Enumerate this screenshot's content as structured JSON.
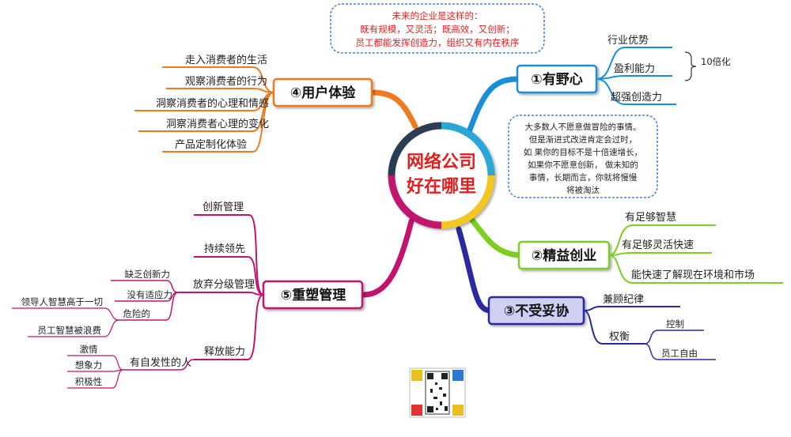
{
  "center": {
    "line1": "网络公司",
    "line2": "好在哪里"
  },
  "callout_top": {
    "line1": "未来的企业是这样的：",
    "line2": "既有规模，又灵活；既高效，又创新；",
    "line3": "员工都能发挥创造力，组织又有内在秩序"
  },
  "callout_right": {
    "lines": [
      "大多数人不愿意做冒险的事情。",
      "但是渐进式改进肯定会过时，",
      "如 果你的目标不是十倍速增长，",
      "如果你不愿意创新， 做未知的",
      "事情，长期而言，你就将慢慢",
      "将被淘汰"
    ]
  },
  "branches": {
    "b1": {
      "label": "①有野心",
      "color": "#1a8fd6",
      "items": [
        "行业优势",
        "盈利能力",
        "超强创造力"
      ],
      "brace_note": "10倍化"
    },
    "b2": {
      "label": "②精益创业",
      "color": "#7ccf22",
      "items": [
        "有足够智慧",
        "有足够灵活快速",
        "能快速了解现在环境和市场"
      ]
    },
    "b3": {
      "label": "③不受妥协",
      "color": "#2a2a9e",
      "items": [
        "兼顾纪律",
        "权衡"
      ],
      "sub": [
        "控制",
        "员工自由"
      ]
    },
    "b4": {
      "label": "④用户体验",
      "color": "#f07a1e",
      "items": [
        "走入消费者的生活",
        "观察消费者的行为",
        "洞察消费者的心理和情感",
        "洞察消费者心理的变化",
        "产品定制化体验"
      ]
    },
    "b5": {
      "label": "⑤重塑管理",
      "color": "#c0146e",
      "items": [
        "创新管理",
        "持续领先",
        "放弃分级管理",
        "释放能力"
      ],
      "abandon_sub": [
        "缺乏创新力",
        "没有适应力",
        "危险的"
      ],
      "danger_sub": [
        "领导人智慧高于一切",
        "员工智慧被浪费"
      ],
      "release_sub": [
        "有自发性的人"
      ],
      "spontaneous_sub": [
        "激情",
        "想象力",
        "积极性"
      ]
    }
  }
}
